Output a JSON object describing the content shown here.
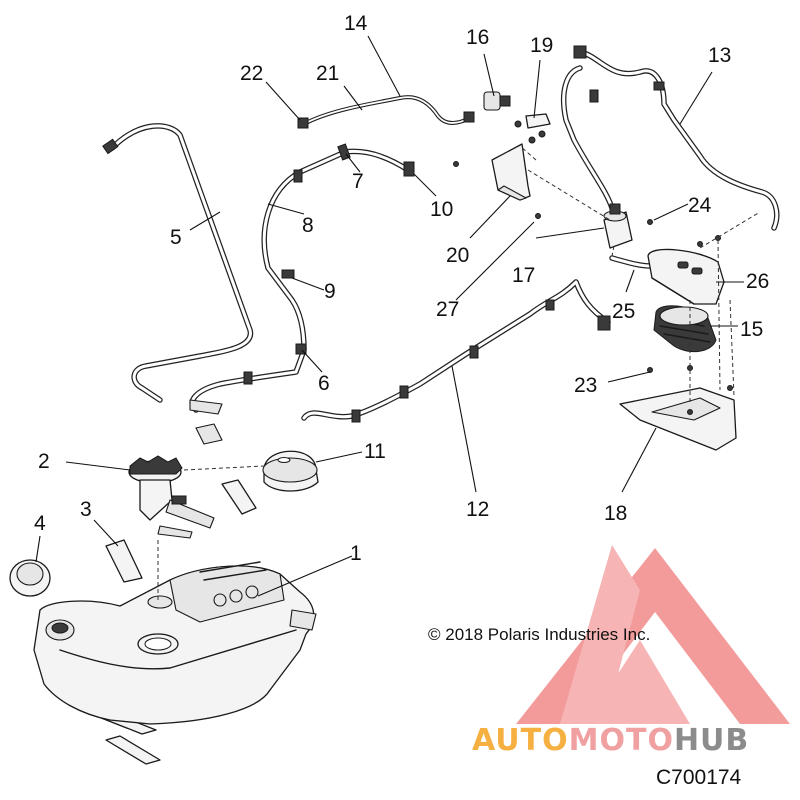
{
  "callouts": [
    {
      "id": "1",
      "label": "1"
    },
    {
      "id": "2",
      "label": "2"
    },
    {
      "id": "3",
      "label": "3"
    },
    {
      "id": "4",
      "label": "4"
    },
    {
      "id": "5",
      "label": "5"
    },
    {
      "id": "6",
      "label": "6"
    },
    {
      "id": "7",
      "label": "7"
    },
    {
      "id": "8",
      "label": "8"
    },
    {
      "id": "9",
      "label": "9"
    },
    {
      "id": "10",
      "label": "10"
    },
    {
      "id": "11",
      "label": "11"
    },
    {
      "id": "12",
      "label": "12"
    },
    {
      "id": "13",
      "label": "13"
    },
    {
      "id": "14",
      "label": "14"
    },
    {
      "id": "15",
      "label": "15"
    },
    {
      "id": "16",
      "label": "16"
    },
    {
      "id": "17",
      "label": "17"
    },
    {
      "id": "18",
      "label": "18"
    },
    {
      "id": "19",
      "label": "19"
    },
    {
      "id": "20",
      "label": "20"
    },
    {
      "id": "21",
      "label": "21"
    },
    {
      "id": "22",
      "label": "22"
    },
    {
      "id": "23",
      "label": "23"
    },
    {
      "id": "24",
      "label": "24"
    },
    {
      "id": "25",
      "label": "25"
    },
    {
      "id": "26",
      "label": "26"
    },
    {
      "id": "27",
      "label": "27"
    }
  ],
  "copyright": "© 2018 Polaris Industries Inc.",
  "figure_code": "C700174",
  "watermark": {
    "part1": "AUTO",
    "part2": "MOTO",
    "part3": "HUB",
    "color_auto": "#f5b041",
    "color_moto": "#f0a0a0",
    "color_hub": "#8c8c8c",
    "logo_color": "#f08080"
  }
}
